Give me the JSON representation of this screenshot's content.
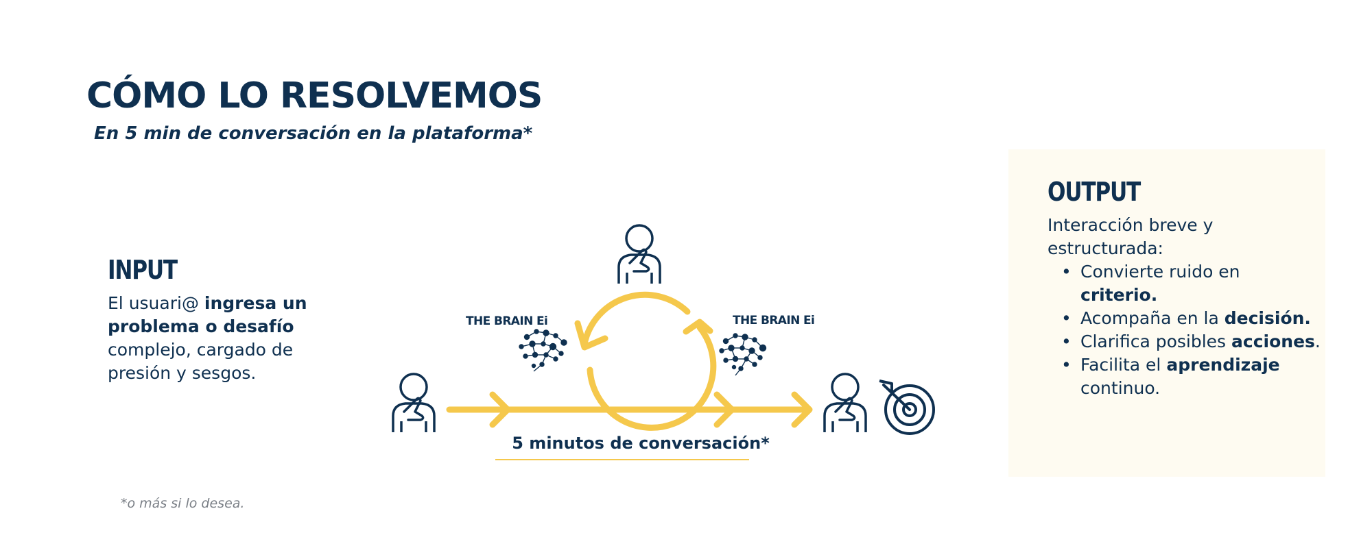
{
  "header": {
    "title": "CÓMO LO RESOLVEMOS",
    "subtitle": "En 5 min de conversación en la plataforma*"
  },
  "input": {
    "heading": "INPUT",
    "text_1": "El usuari@ ",
    "text_bold": "ingresa un problema o desafío",
    "text_2": " complejo, cargado de presión y sesgos."
  },
  "diagram": {
    "brain_label_left": "THE BRAIN Ei",
    "brain_label_right": "THE BRAIN Ei",
    "duration_label": "5 minutos de conversación*",
    "icons": [
      "thinking-person-icon",
      "brain-network-icon",
      "cycle-arrows-icon",
      "arrow-right-icon",
      "target-icon"
    ]
  },
  "output": {
    "heading": "OUTPUT",
    "intro": "Interacción breve y estructurada:",
    "items": [
      {
        "text": "Convierte ruido en ",
        "bold": "criterio.",
        "after": ""
      },
      {
        "text": "Acompaña en la ",
        "bold": "decisión.",
        "after": ""
      },
      {
        "text": "Clarifica posibles ",
        "bold": "acciones",
        "after": "."
      },
      {
        "text": "Facilita el ",
        "bold": "aprendizaje",
        "after": " continuo."
      }
    ]
  },
  "footnote": "*o más si lo desea.",
  "colors": {
    "navy": "#0f3050",
    "yellow": "#f5c84c",
    "output_bg": "#fefbf1",
    "footnote": "#7a7f86"
  }
}
